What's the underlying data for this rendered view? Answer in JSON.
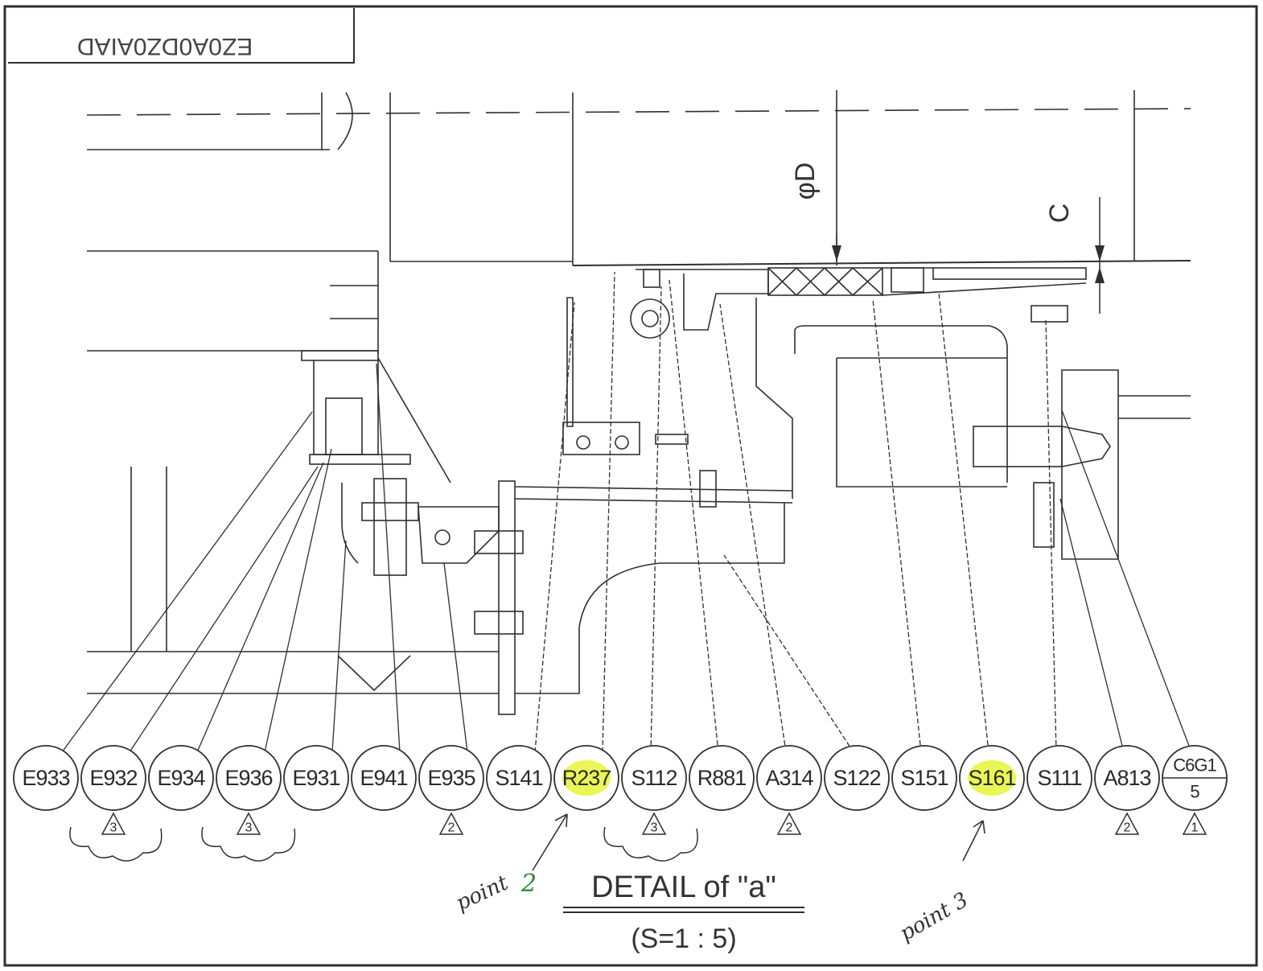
{
  "header_partial_text": "EZ0A0DZ0AIAD",
  "dimensions": {
    "diameter": "φD",
    "clearance": "C"
  },
  "balloons": [
    {
      "label": "E933",
      "rev": "",
      "highlighted": false
    },
    {
      "label": "E932",
      "rev": "3",
      "highlighted": false
    },
    {
      "label": "E934",
      "rev": "",
      "highlighted": false
    },
    {
      "label": "E936",
      "rev": "3",
      "highlighted": false
    },
    {
      "label": "E931",
      "rev": "",
      "highlighted": false
    },
    {
      "label": "E941",
      "rev": "",
      "highlighted": false
    },
    {
      "label": "E935",
      "rev": "2",
      "highlighted": false
    },
    {
      "label": "S141",
      "rev": "",
      "highlighted": false
    },
    {
      "label": "R237",
      "rev": "",
      "highlighted": true
    },
    {
      "label": "S112",
      "rev": "3",
      "highlighted": false
    },
    {
      "label": "R881",
      "rev": "",
      "highlighted": false
    },
    {
      "label": "A314",
      "rev": "2",
      "highlighted": false
    },
    {
      "label": "S122",
      "rev": "",
      "highlighted": false
    },
    {
      "label": "S151",
      "rev": "",
      "highlighted": false
    },
    {
      "label": "S161",
      "rev": "",
      "highlighted": true
    },
    {
      "label": "S111",
      "rev": "",
      "highlighted": false
    },
    {
      "label": "A813",
      "rev": "2",
      "highlighted": false
    },
    {
      "label": "C6G1",
      "sub": "5",
      "rev": "1",
      "highlighted": false
    }
  ],
  "title": {
    "line1": "DETAIL of \"a\"",
    "line2": "(S=1 : 5)"
  },
  "annotations": {
    "point2_word": "point",
    "point2_num": "2",
    "point3": "point 3"
  },
  "colors": {
    "line": "#2f2f2f",
    "highlight": "#e8f542",
    "annotation_num": "#2e8b3a"
  }
}
